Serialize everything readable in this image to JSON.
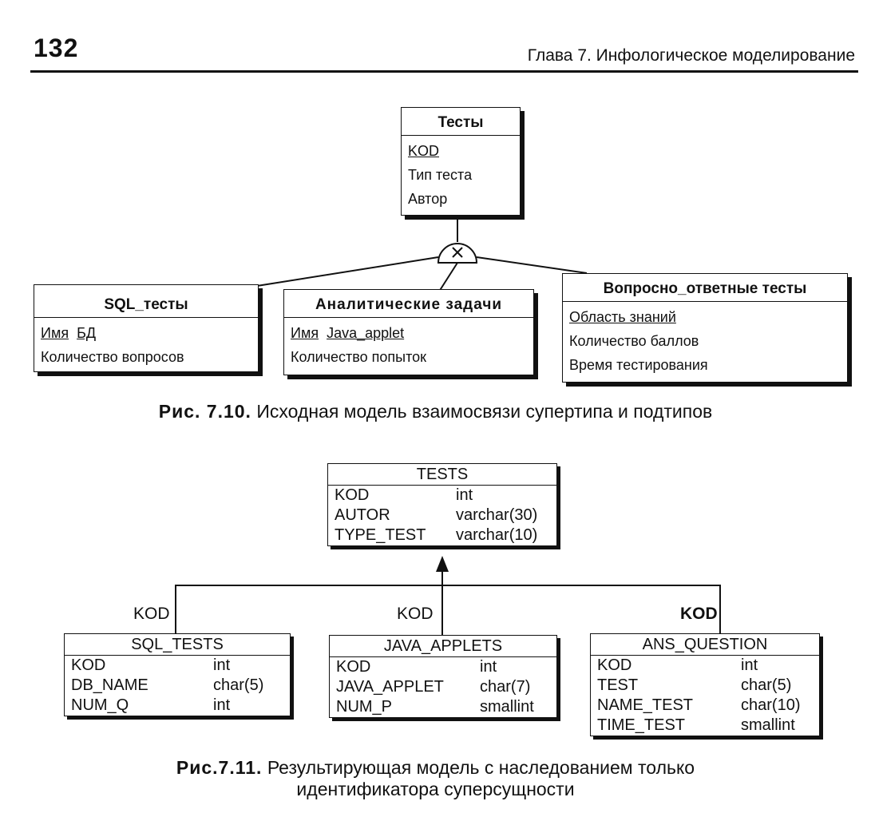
{
  "header": {
    "page_number": "132",
    "running_head": "Глава 7. Инфологическое моделирование"
  },
  "figure1": {
    "supertype": {
      "title": "Тесты",
      "fields": [
        {
          "name": "KOD",
          "key": true
        },
        {
          "name": "Тип теста",
          "key": false
        },
        {
          "name": "Автор",
          "key": false
        }
      ]
    },
    "exclusive_symbol": "×",
    "subtypes": [
      {
        "title": "SQL_тесты",
        "key_parts": [
          "Имя",
          "БД"
        ],
        "fields": [
          "Количество вопросов"
        ]
      },
      {
        "title": "Аналитические задачи",
        "key_parts": [
          "Имя",
          "Java_applet"
        ],
        "fields": [
          "Количество попыток"
        ]
      },
      {
        "title": "Вопросно_ответные тесты",
        "key_parts": [
          "Область знаний"
        ],
        "fields": [
          "Количество баллов",
          "Время тестирования"
        ]
      }
    ],
    "caption_label": "Рис. 7.10.",
    "caption_text": "Исходная модель взаимосвязи супертипа и подтипов"
  },
  "figure2": {
    "parent": {
      "title": "TESTS",
      "rows": [
        {
          "name": "KOD",
          "type": "int"
        },
        {
          "name": "AUTOR",
          "type": "varchar(30)"
        },
        {
          "name": "TYPE_TEST",
          "type": "varchar(10)"
        }
      ]
    },
    "relationship_labels": [
      "KOD",
      "KOD",
      "KOD"
    ],
    "children": [
      {
        "title": "SQL_TESTS",
        "rows": [
          {
            "name": "KOD",
            "type": "int"
          },
          {
            "name": "DB_NAME",
            "type": "char(5)"
          },
          {
            "name": "NUM_Q",
            "type": "int"
          }
        ]
      },
      {
        "title": "JAVA_APPLETS",
        "rows": [
          {
            "name": "KOD",
            "type": "int"
          },
          {
            "name": "JAVA_APPLET",
            "type": "char(7)"
          },
          {
            "name": "NUM_P",
            "type": "smallint"
          }
        ]
      },
      {
        "title": "ANS_QUESTION",
        "rows": [
          {
            "name": "KOD",
            "type": "int"
          },
          {
            "name": "TEST",
            "type": "char(5)"
          },
          {
            "name": "NAME_TEST",
            "type": "char(10)"
          },
          {
            "name": "TIME_TEST",
            "type": "smallint"
          }
        ]
      }
    ],
    "caption_label": "Рис.7.11.",
    "caption_line1": "Результирующая модель с наследованием только",
    "caption_line2": "идентификатора суперсущности"
  }
}
